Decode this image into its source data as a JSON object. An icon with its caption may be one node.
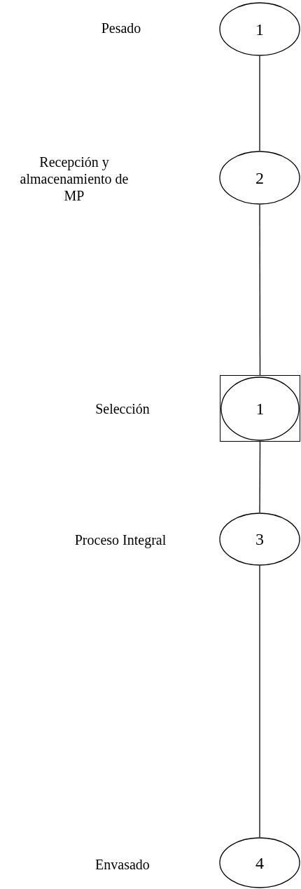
{
  "diagram": {
    "nodes": [
      {
        "text": [
          "1"
        ]
      },
      {
        "text": [
          "2"
        ]
      },
      {
        "text": [],
        "shape": "box"
      },
      {
        "text": [
          "1"
        ],
        "in": 2
      },
      {
        "text": [
          "3"
        ]
      },
      {
        "text": [
          "4"
        ]
      }
    ],
    "edges": [
      {
        "from": 0,
        "to": 1,
        "arrow": "none"
      },
      {
        "from": 1,
        "to": 2,
        "arrow": "none"
      },
      {
        "from": 2,
        "to": 4,
        "arrow": "none"
      },
      {
        "from": 4,
        "to": 5,
        "arrow": "none"
      }
    ],
    "labels": [
      "Pesado",
      "Recepción y almacenamiento de MP",
      "Selección",
      "Proceso Integral",
      "Envasado"
    ]
  }
}
